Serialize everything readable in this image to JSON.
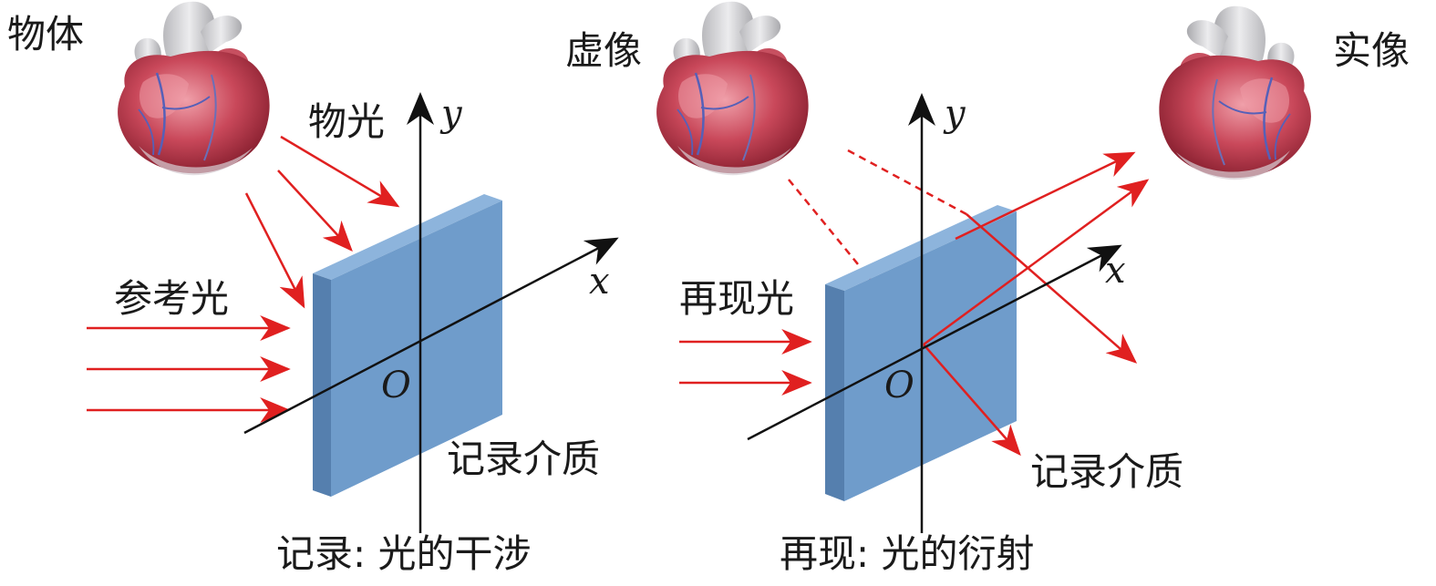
{
  "left": {
    "object_label": "物体",
    "object_light_label": "物光",
    "reference_light_label": "参考光",
    "medium_label": "记录介质",
    "caption": "记录: 光的干涉",
    "axis_x": "x",
    "axis_y": "y",
    "origin": "O"
  },
  "right": {
    "virtual_image_label": "虚像",
    "real_image_label": "实像",
    "reconstruction_light_label": "再现光",
    "medium_label": "记录介质",
    "caption": "再现: 光的衍射",
    "axis_x": "x",
    "axis_y": "y",
    "origin": "O"
  },
  "colors": {
    "light_ray": "#e02020",
    "plate_front": "#6f9ccb",
    "plate_side": "#557fae",
    "plate_top": "#8db4dc",
    "axis": "#111111",
    "heart_main": "#c0404e",
    "heart_highlight": "#e88a95",
    "vessels": "#d6d6d8"
  },
  "icons": {
    "object": "heart-icon",
    "virtual_image": "heart-icon",
    "real_image": "heart-icon"
  }
}
